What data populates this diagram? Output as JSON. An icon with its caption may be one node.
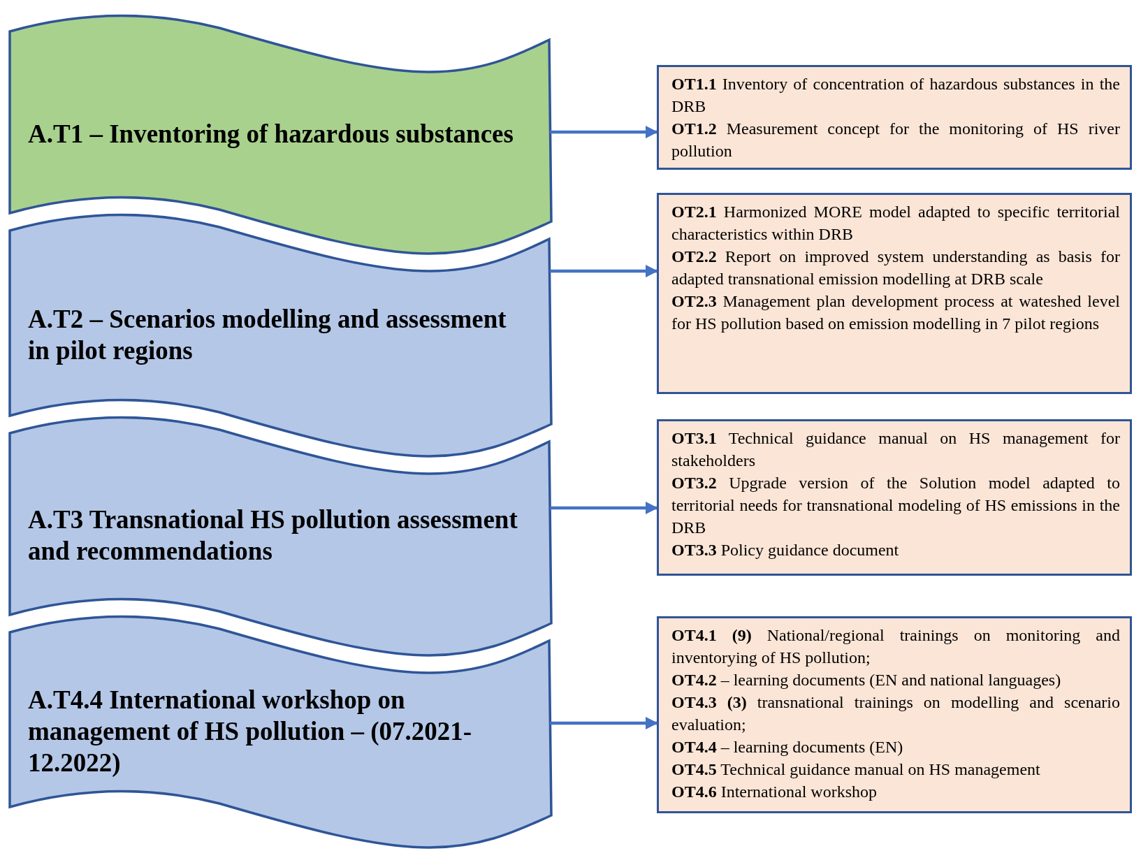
{
  "diagram": {
    "nodes": [
      {
        "text": [
          "A.T1 – Inventoring of hazardous substances"
        ]
      },
      {
        "text": [
          "A.T2 – Scenarios modelling and assessment in pilot regions"
        ]
      },
      {
        "text": [
          "A.T3 Transnational HS pollution assessment and recommendations"
        ]
      },
      {
        "text": [
          "A.T4.4 International workshop on management of HS pollution – (07.2021-12.2022)"
        ]
      },
      {
        "text": [
          "**OT1.1** Inventory of concentration of hazardous substances in the DRB",
          "**OT1.2** Measurement concept for the monitoring of HS river pollution"
        ]
      },
      {
        "text": [
          "**OT2.1** Harmonized MORE model adapted to specific territorial characteristics within DRB",
          "**OT2.2** Report on improved system understanding as basis for adapted transnational emission modelling at DRB scale",
          "**OT2.3** Management plan development process at wateshed level for HS pollution based on emission modelling in 7 pilot regions"
        ]
      },
      {
        "text": [
          "**OT3.1** Technical guidance manual on HS management for stakeholders",
          "**OT3.2** Upgrade version of the Solution model adapted to territorial needs for transnational modeling of HS emissions in the DRB",
          "**OT3.3** Policy guidance document"
        ]
      },
      {
        "text": [
          "**OT4.1 (9)** National/regional trainings on monitoring and inventorying of HS pollution;",
          "**OT4.2** – learning documents (EN and national languages)",
          "**OT4.3 (3)** transnational trainings on modelling and scenario evaluation;",
          "**OT4.4** – learning documents (EN)",
          "**OT4.5** Technical guidance manual on HS management",
          "**OT4.6** International workshop"
        ]
      }
    ],
    "edges": [
      {
        "from": 0,
        "to": 4,
        "arrow": "to"
      },
      {
        "from": 1,
        "to": 5,
        "arrow": "to"
      },
      {
        "from": 2,
        "to": 6,
        "arrow": "to"
      },
      {
        "from": 3,
        "to": 7,
        "arrow": "to"
      }
    ]
  }
}
